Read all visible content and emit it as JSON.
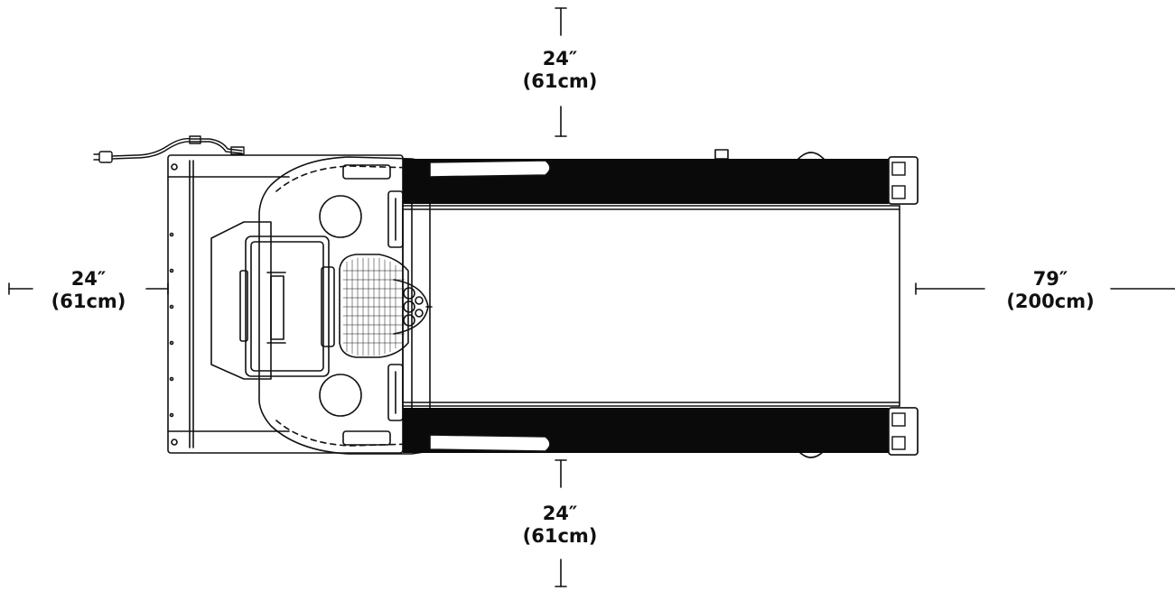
{
  "dimensions": {
    "top": {
      "imperial": "24″",
      "metric": "(61cm)"
    },
    "bottom": {
      "imperial": "24″",
      "metric": "(61cm)"
    },
    "left": {
      "imperial": "24″",
      "metric": "(61cm)"
    },
    "right": {
      "imperial": "79″",
      "metric": "(200cm)"
    }
  },
  "colors": {
    "line": "#111111",
    "belt": "#0a0a0a",
    "background": "#ffffff"
  },
  "icons": {
    "power-cord": "power-cord-icon",
    "speaker": "speaker-icon",
    "fan-grille": "fan-grille-icon"
  }
}
